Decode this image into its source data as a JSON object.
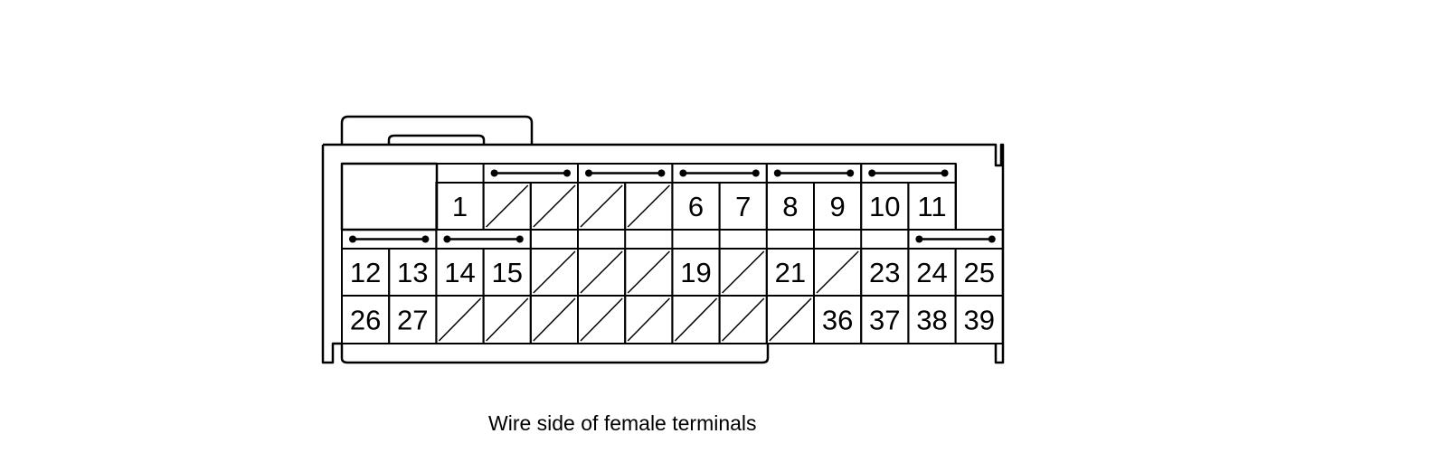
{
  "caption": "Wire side of female terminals",
  "colors": {
    "line": "#000000",
    "background": "#ffffff"
  },
  "connector": {
    "rows": [
      [
        {
          "label": ""
        },
        {
          "label": ""
        },
        {
          "label": "1"
        },
        {
          "label": "",
          "blank": true
        },
        {
          "label": "",
          "blank": true
        },
        {
          "label": "",
          "blank": true
        },
        {
          "label": "",
          "blank": true
        },
        {
          "label": "6"
        },
        {
          "label": "7"
        },
        {
          "label": "8"
        },
        {
          "label": "9"
        },
        {
          "label": "10"
        },
        {
          "label": "11"
        }
      ],
      [
        {
          "label": "12"
        },
        {
          "label": "13"
        },
        {
          "label": "14"
        },
        {
          "label": "15"
        },
        {
          "label": "",
          "blank": true
        },
        {
          "label": "",
          "blank": true
        },
        {
          "label": "",
          "blank": true
        },
        {
          "label": "19"
        },
        {
          "label": "",
          "blank": true
        },
        {
          "label": "21"
        },
        {
          "label": "",
          "blank": true
        },
        {
          "label": "23"
        },
        {
          "label": "24"
        },
        {
          "label": "25"
        }
      ],
      [
        {
          "label": "26"
        },
        {
          "label": "27"
        },
        {
          "label": "",
          "blank": true
        },
        {
          "label": "",
          "blank": true
        },
        {
          "label": "",
          "blank": true
        },
        {
          "label": "",
          "blank": true
        },
        {
          "label": "",
          "blank": true
        },
        {
          "label": "",
          "blank": true
        },
        {
          "label": "",
          "blank": true
        },
        {
          "label": "",
          "blank": true
        },
        {
          "label": "36"
        },
        {
          "label": "37"
        },
        {
          "label": "38"
        },
        {
          "label": "39"
        }
      ]
    ],
    "shorting_bars": [
      {
        "between": [
          "2",
          "3"
        ]
      },
      {
        "between": [
          "4",
          "5"
        ]
      },
      {
        "between": [
          "6",
          "7"
        ]
      },
      {
        "between": [
          "8",
          "9"
        ]
      },
      {
        "between": [
          "10",
          "11"
        ]
      },
      {
        "between": [
          "12",
          "13"
        ]
      },
      {
        "between": [
          "14",
          "15"
        ]
      },
      {
        "between": [
          "24",
          "25"
        ]
      }
    ]
  }
}
